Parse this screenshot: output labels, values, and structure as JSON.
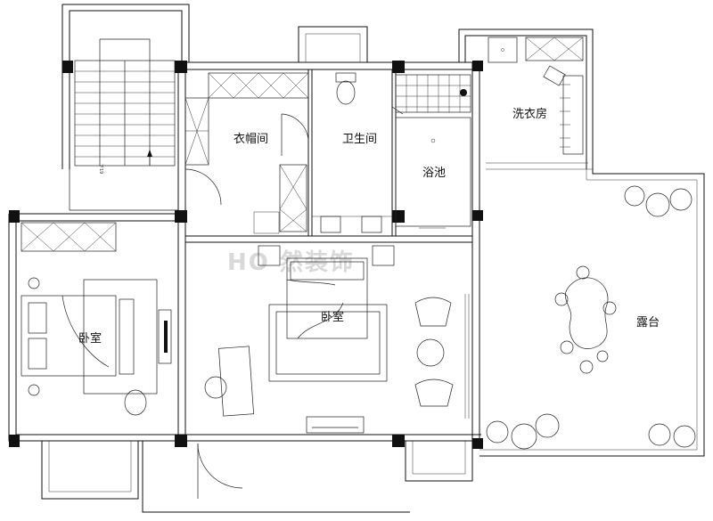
{
  "rooms": {
    "cloakroom": "衣帽间",
    "bathroom": "卫生间",
    "bathtub": "浴池",
    "laundry": "洗衣房",
    "bedroom_left": "卧室",
    "bedroom_main": "卧室",
    "terrace": "露台"
  },
  "watermark": "HO 然装饰",
  "stair_label": "下19"
}
